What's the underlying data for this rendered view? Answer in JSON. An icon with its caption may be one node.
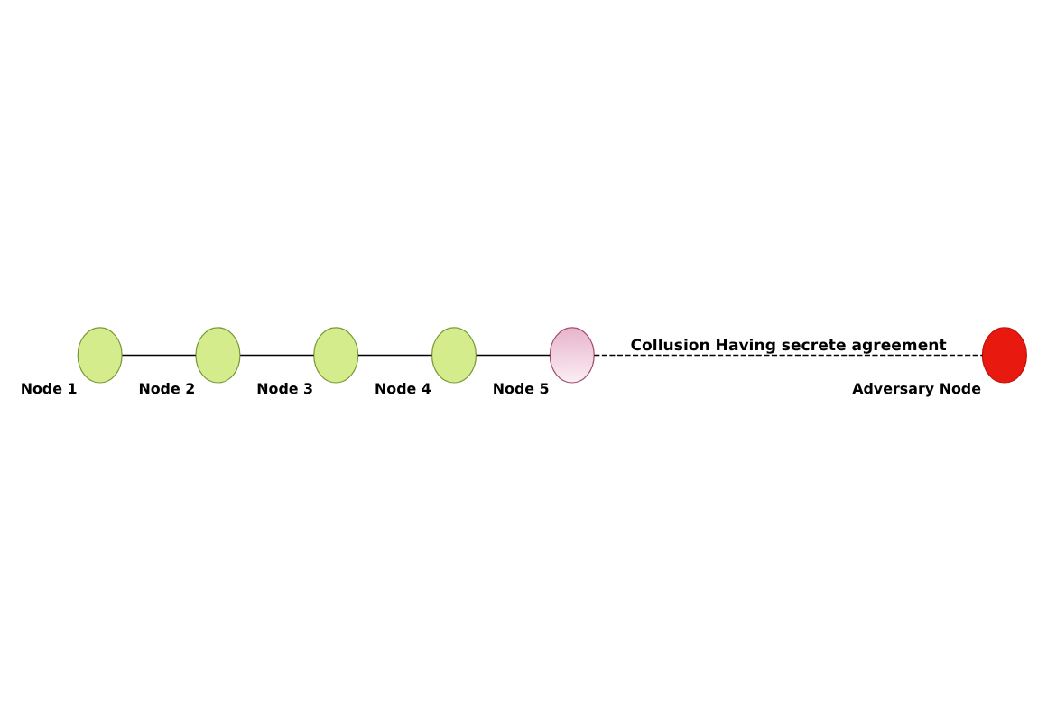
{
  "diagram": {
    "nodes": [
      {
        "text": [
          "Node 1"
        ]
      },
      {
        "text": [
          "Node 2"
        ]
      },
      {
        "text": [
          "Node 3"
        ]
      },
      {
        "text": [
          "Node 4"
        ]
      },
      {
        "text": [
          "Node 5"
        ]
      },
      {
        "text": [
          "Adversary Node"
        ]
      }
    ],
    "edges": [
      {
        "from": 0,
        "to": 1,
        "arrow": "none"
      },
      {
        "from": 1,
        "to": 2,
        "arrow": "none"
      },
      {
        "from": 2,
        "to": 3,
        "arrow": "none"
      },
      {
        "from": 3,
        "to": 4,
        "arrow": "none"
      },
      {
        "from": 4,
        "to": 5,
        "arrow": "none",
        "style": "dashed",
        "label": "Collusion Having secrete agreement"
      }
    ]
  }
}
